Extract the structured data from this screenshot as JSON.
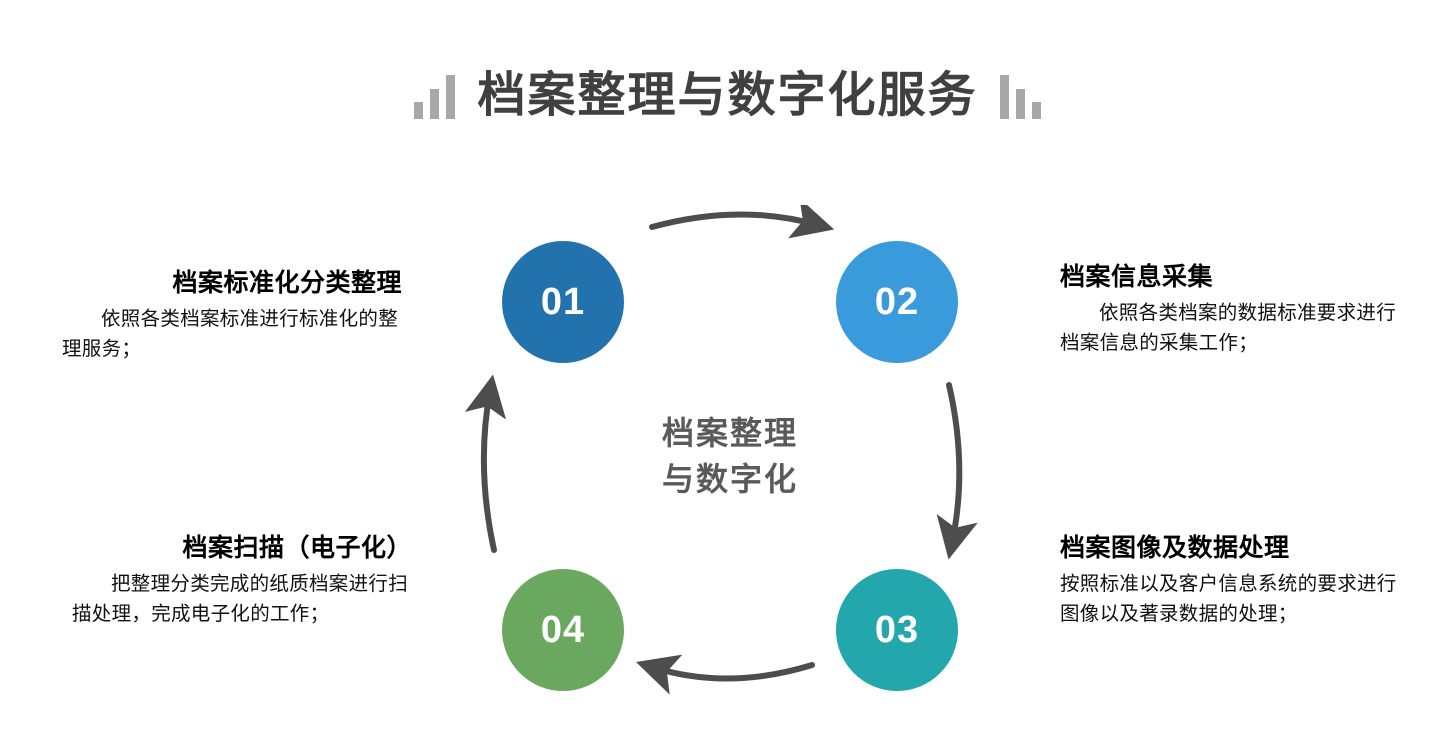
{
  "title": {
    "text": "档案整理与数字化服务",
    "decor_left": "ascending-bars-icon",
    "decor_right": "descending-bars-icon",
    "color": "#404040"
  },
  "center": {
    "line1": "档案整理",
    "line2": "与数字化",
    "color": "#5a5a5a"
  },
  "arrows": {
    "color": "#4d4d4d",
    "top": "arrow-right-curved-icon",
    "right": "arrow-down-curved-icon",
    "bottom": "arrow-left-curved-icon",
    "left": "arrow-up-curved-icon"
  },
  "steps": [
    {
      "number": "01",
      "color": "#2272ae",
      "heading": "档案标准化分类整理",
      "body": "依照各类档案标准进行标准化的整理服务；",
      "side": "left",
      "indent": true
    },
    {
      "number": "02",
      "color": "#3a9bdc",
      "heading": "档案信息采集",
      "body": "依照各类档案的数据标准要求进行档案信息的采集工作；",
      "side": "right",
      "indent": true
    },
    {
      "number": "03",
      "color": "#23a6ac",
      "heading": "档案图像及数据处理",
      "body": "按照标准以及客户信息系统的要求进行图像以及著录数据的处理；",
      "side": "right",
      "indent": false
    },
    {
      "number": "04",
      "color": "#6ba85f",
      "heading": "档案扫描（电子化）",
      "body": "把整理分类完成的纸质档案进行扫描处理，完成电子化的工作；",
      "side": "left",
      "indent": true
    }
  ]
}
